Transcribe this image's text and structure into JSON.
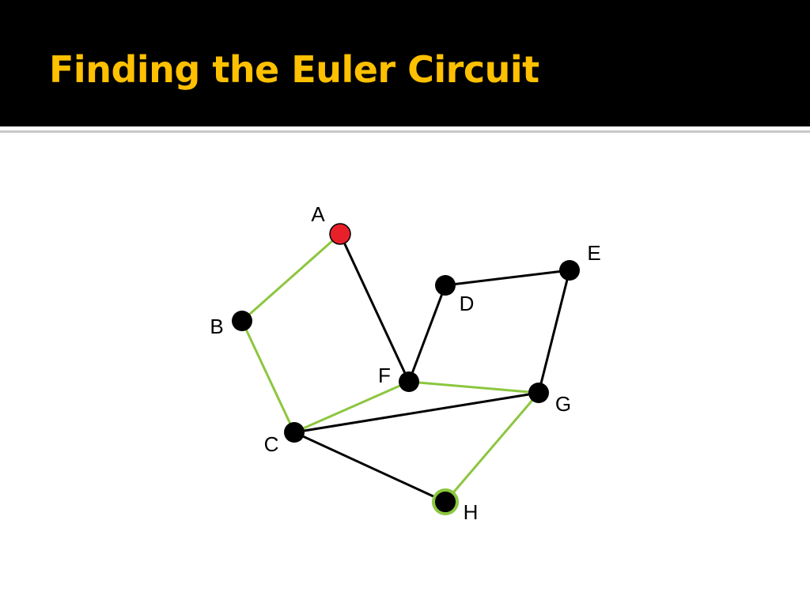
{
  "slide": {
    "title": "Finding the Euler Circuit"
  },
  "colors": {
    "title_bar": "#000000",
    "title_text": "#ffc000",
    "edge_default": "#000000",
    "edge_traversed": "#8cc63f",
    "node_default": "#000000",
    "node_start": "#e8202a",
    "node_current_ring": "#8cc63f"
  },
  "graph": {
    "nodes": [
      {
        "id": "A",
        "label": "A",
        "state": "start"
      },
      {
        "id": "B",
        "label": "B",
        "state": "normal"
      },
      {
        "id": "C",
        "label": "C",
        "state": "normal"
      },
      {
        "id": "D",
        "label": "D",
        "state": "normal"
      },
      {
        "id": "E",
        "label": "E",
        "state": "normal"
      },
      {
        "id": "F",
        "label": "F",
        "state": "normal"
      },
      {
        "id": "G",
        "label": "G",
        "state": "normal"
      },
      {
        "id": "H",
        "label": "H",
        "state": "current"
      }
    ],
    "edges": [
      {
        "from": "A",
        "to": "B",
        "traversed": true
      },
      {
        "from": "B",
        "to": "C",
        "traversed": true
      },
      {
        "from": "C",
        "to": "F",
        "traversed": true
      },
      {
        "from": "F",
        "to": "G",
        "traversed": true
      },
      {
        "from": "G",
        "to": "H",
        "traversed": true
      },
      {
        "from": "A",
        "to": "F",
        "traversed": false
      },
      {
        "from": "F",
        "to": "D",
        "traversed": false
      },
      {
        "from": "D",
        "to": "E",
        "traversed": false
      },
      {
        "from": "E",
        "to": "G",
        "traversed": false
      },
      {
        "from": "C",
        "to": "G",
        "traversed": false
      },
      {
        "from": "C",
        "to": "H",
        "traversed": false
      }
    ]
  }
}
